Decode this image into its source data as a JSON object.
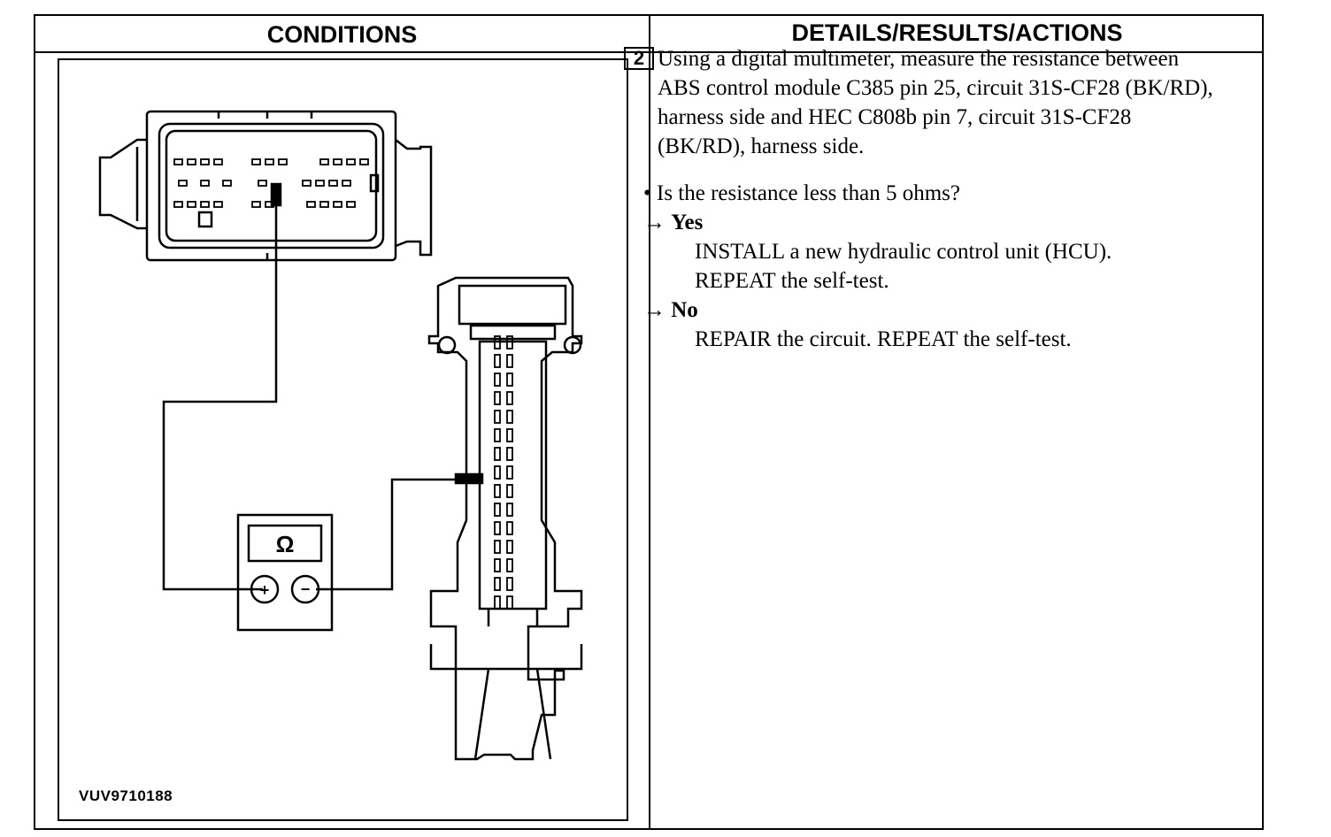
{
  "table": {
    "col_left_header": "CONDITIONS",
    "col_right_header": "DETAILS/RESULTS/ACTIONS"
  },
  "figure": {
    "id": "VUV9710188",
    "meter_symbol": "Ω",
    "meter_plus": "+",
    "meter_minus": "−"
  },
  "step": {
    "number": "2",
    "instruction": "Using a digital multimeter, measure the resistance between ABS control module C385 pin 25, circuit 31S-CF28 (BK/RD), harness side and HEC C808b pin 7, circuit 31S-CF28 (BK/RD), harness side.",
    "question": "• Is the resistance less than 5 ohms?",
    "yes_arrow": "→",
    "yes_label": "Yes",
    "yes_action_1": "INSTALL a new hydraulic control unit (HCU).",
    "yes_action_2": "REPEAT the self-test.",
    "no_arrow": "→",
    "no_label": "No",
    "no_action": "REPAIR the circuit. REPEAT the self-test."
  }
}
